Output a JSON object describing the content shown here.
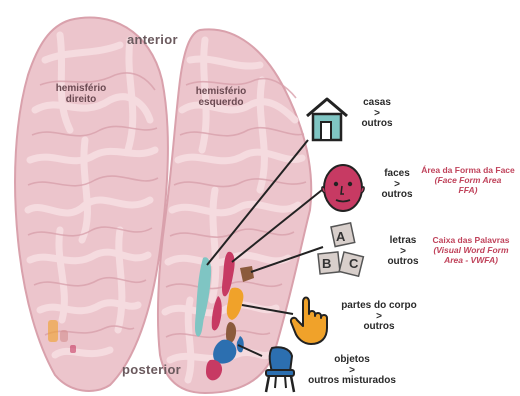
{
  "labels": {
    "anterior": "anterior",
    "posterior": "posterior",
    "right_hemisphere_l1": "hemisfério",
    "right_hemisphere_l2": "direito",
    "left_hemisphere_l1": "hemisfério",
    "left_hemisphere_l2": "esquerdo"
  },
  "categories": [
    {
      "icon": "house-icon",
      "line1": "casas",
      "line2": ">",
      "line3": "outros"
    },
    {
      "icon": "face-icon",
      "line1": "faces",
      "line2": ">",
      "line3": "outros"
    },
    {
      "icon": "letter-blocks-icon",
      "line1": "letras",
      "line2": ">",
      "line3": "outros"
    },
    {
      "icon": "hand-icon",
      "line1": "partes do corpo",
      "line2": ">",
      "line3": "outros"
    },
    {
      "icon": "chair-icon",
      "line1": "objetos",
      "line2": ">",
      "line3": "outros misturados"
    }
  ],
  "areas": {
    "ffa": {
      "l1": "Área da Forma da Face",
      "l2": "(Face Form Area",
      "l3": "FFA)"
    },
    "vwfa": {
      "l1": "Caixa das Palavras",
      "l2": "(Visual Word Form",
      "l3": "Area - VWFA)"
    }
  },
  "icon_letters": {
    "a": "A",
    "b": "B",
    "c": "C"
  },
  "colors": {
    "brain_fill": "#ecc5cc",
    "brain_sulci": "#d9a1ac",
    "brain_gyri": "#f4d7dc",
    "area_text": "#c0435b",
    "face_icon": "#c73a63",
    "house_icon": "#7fc5c3",
    "hand_icon": "#f0a22a",
    "chair_icon": "#2c6fb0"
  }
}
